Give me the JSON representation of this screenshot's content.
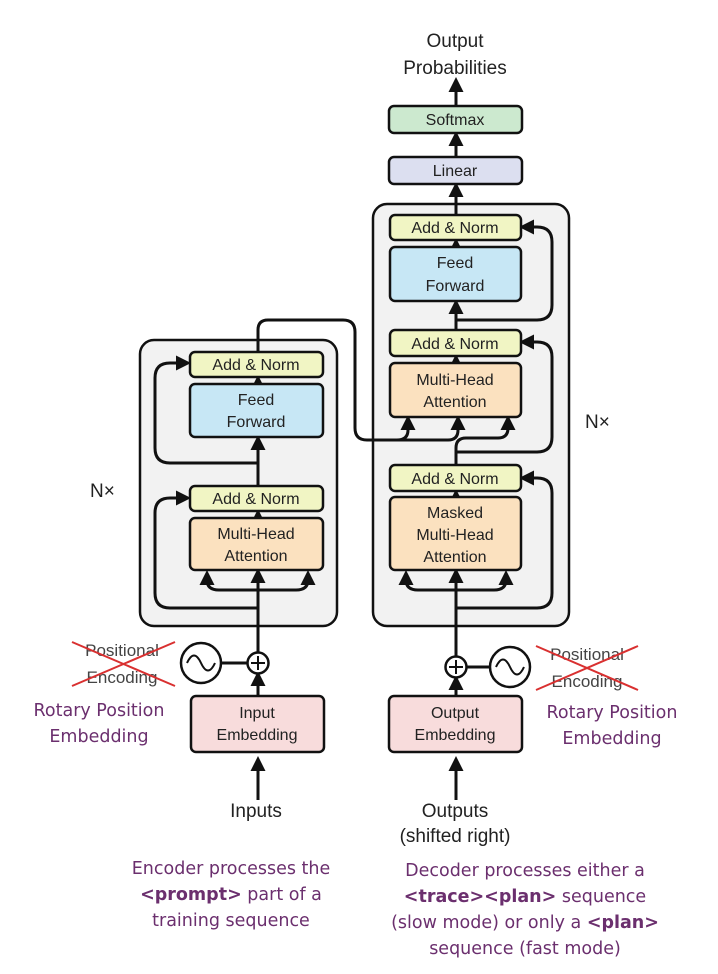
{
  "top": {
    "output_line1": "Output",
    "output_line2": "Probabilities"
  },
  "head": {
    "softmax": "Softmax",
    "linear": "Linear"
  },
  "encoder": {
    "repeat_label": "N×",
    "add_norm_top": "Add & Norm",
    "feed_forward_1": "Feed",
    "feed_forward_2": "Forward",
    "add_norm_bottom": "Add & Norm",
    "attention_1": "Multi-Head",
    "attention_2": "Attention"
  },
  "decoder": {
    "repeat_label": "N×",
    "add_norm_1": "Add & Norm",
    "feed_forward_1": "Feed",
    "feed_forward_2": "Forward",
    "add_norm_2": "Add & Norm",
    "cross_attention_1": "Multi-Head",
    "cross_attention_2": "Attention",
    "add_norm_3": "Add & Norm",
    "masked_attention_1": "Masked",
    "masked_attention_2": "Multi-Head",
    "masked_attention_3": "Attention"
  },
  "left_input": {
    "embedding_1": "Input",
    "embedding_2": "Embedding",
    "inputs_label": "Inputs",
    "pe_1": "Positional",
    "pe_2": "Encoding",
    "rope_1": "Rotary Position",
    "rope_2": "Embedding"
  },
  "right_input": {
    "embedding_1": "Output",
    "embedding_2": "Embedding",
    "outputs_label_1": "Outputs",
    "outputs_label_2": "(shifted right)",
    "pe_1": "Positional",
    "pe_2": "Encoding",
    "rope_1": "Rotary Position",
    "rope_2": "Embedding"
  },
  "captions": {
    "encoder_1": "Encoder processes the",
    "encoder_2a": "<prompt>",
    "encoder_2b": " part of a",
    "encoder_3": "training sequence",
    "decoder_1": "Decoder processes either a",
    "decoder_2": "<trace><plan>",
    "decoder_2b": " sequence",
    "decoder_3": "(slow mode) or only a ",
    "decoder_3b": "<plan>",
    "decoder_4": "sequence (fast mode)"
  },
  "colors": {
    "add_norm": "#f1f5c4",
    "feed_forward": "#c7e7f5",
    "attention": "#fbe1bf",
    "embedding": "#f8dcdc",
    "softmax": "#cce9cf",
    "linear": "#dcdff0",
    "block_bg": "#f2f2f2",
    "caption": "#6b2f6e",
    "strike": "#d93030"
  }
}
